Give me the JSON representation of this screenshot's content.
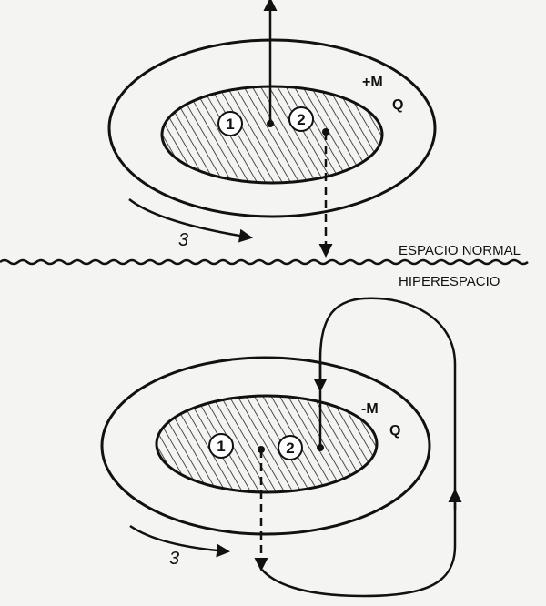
{
  "regions": {
    "normal_space": "ESPACIO NORMAL",
    "hyperspace": "HIPERESPACIO"
  },
  "top_diagram": {
    "mass_label": "+M",
    "charge_label": "Q",
    "point_1": "1",
    "point_2": "2",
    "rotation_label": "3"
  },
  "bottom_diagram": {
    "mass_label": "-M",
    "charge_label": "Q",
    "point_1": "1",
    "point_2": "2",
    "rotation_label": "3"
  },
  "colors": {
    "ink": "#111111",
    "paper": "#f4f4f2"
  }
}
